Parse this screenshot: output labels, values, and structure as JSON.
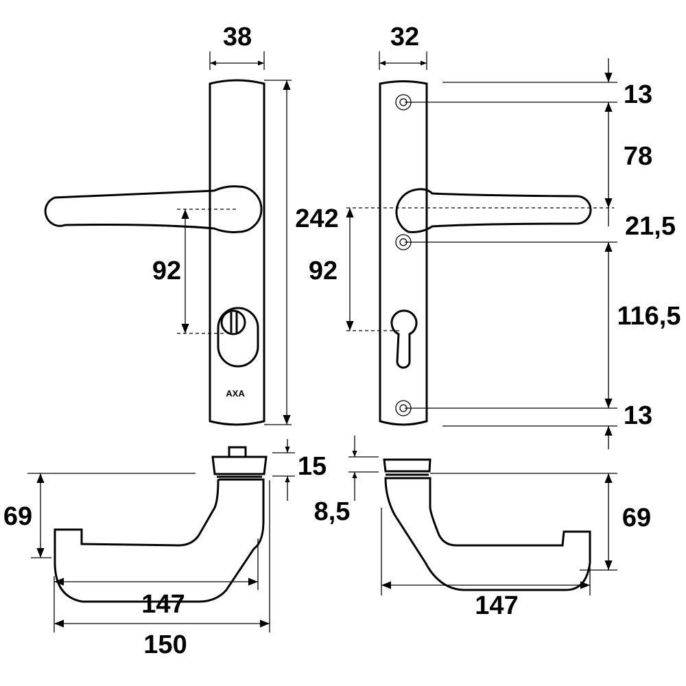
{
  "title": "Door handle set technical drawing",
  "logo": "AXA",
  "dimensions": {
    "front_width": "38",
    "back_width": "32",
    "plate_height": "242",
    "front_center_distance": "92",
    "back_center_distance": "92",
    "top_screw_offset": "13",
    "screw_to_handle": "78",
    "handle_to_screw": "21,5",
    "screw_to_screw": "116,5",
    "bottom_screw_offset": "13",
    "front_rose_height": "15",
    "back_rose_height": "8,5",
    "front_handle_height": "69",
    "back_handle_height": "69",
    "front_handle_length": "147",
    "front_total_length": "150",
    "back_handle_length": "147"
  }
}
